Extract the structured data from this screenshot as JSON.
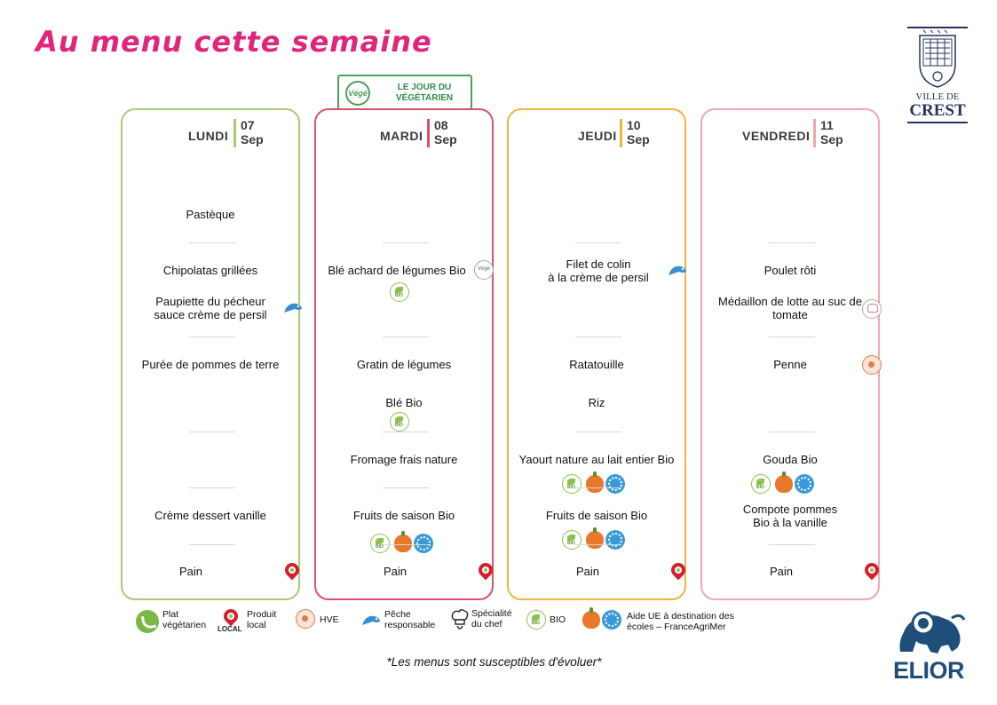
{
  "title": "Au menu cette semaine",
  "logo_city": {
    "line1": "VILLE DE",
    "line2": "CREST"
  },
  "vege_badge": {
    "icon_text": "Végé",
    "line1": "LE JOUR DU",
    "line2": "VÉGÉTARIEN"
  },
  "days": [
    {
      "name": "LUNDI",
      "num": "07",
      "month": "Sep",
      "items": [
        {
          "text": "Pastèque"
        },
        {
          "text": "Chipolatas grillées"
        },
        {
          "text": "Paupiette du pécheur\nsauce crème de persil"
        },
        {
          "text": "Purée de pommes de terre"
        },
        {
          "text": "Crème dessert vanille"
        },
        {
          "text": "Pain"
        }
      ]
    },
    {
      "name": "MARDI",
      "num": "08",
      "month": "Sep",
      "items": [
        {
          "text": "Blé achard de légumes Bio"
        },
        {
          "text": "Gratin de légumes"
        },
        {
          "text": "Blé Bio"
        },
        {
          "text": "Fromage frais nature"
        },
        {
          "text": "Fruits de saison Bio"
        },
        {
          "text": "Pain"
        }
      ]
    },
    {
      "name": "JEUDI",
      "num": "10",
      "month": "Sep",
      "items": [
        {
          "text": "Filet de colin\nà la crème de persil"
        },
        {
          "text": "Ratatouille"
        },
        {
          "text": "Riz"
        },
        {
          "text": "Yaourt nature au lait entier Bio"
        },
        {
          "text": "Fruits de saison Bio"
        },
        {
          "text": "Pain"
        }
      ]
    },
    {
      "name": "VENDREDI",
      "num": "11",
      "month": "Sep",
      "items": [
        {
          "text": "Poulet rôti"
        },
        {
          "text": "Médaillon de lotte au suc de\ntomate"
        },
        {
          "text": "Penne"
        },
        {
          "text": "Gouda Bio"
        },
        {
          "text": "Compote pommes\nBio à la vanille"
        },
        {
          "text": "Pain"
        }
      ]
    }
  ],
  "legend": {
    "vegetarian": "Plat\nvégétarien",
    "local": "Produit\nlocal",
    "local_tag": "LOCAL",
    "hve": "HVE",
    "fish": "Pêche\nresponsable",
    "chef": "Spécialité\ndu chef",
    "bio": "BIO",
    "aid": "Aide UE à destination des\nécoles – FranceAgriMer"
  },
  "footer_note": "*Les menus sont susceptibles d'évoluer*",
  "brand": "ELIOR",
  "colors": {
    "title": "#e0257b",
    "lundi": "#a9cc7a",
    "mardi": "#d9536c",
    "jeudi": "#f0b443",
    "vendredi": "#eea8ae"
  }
}
